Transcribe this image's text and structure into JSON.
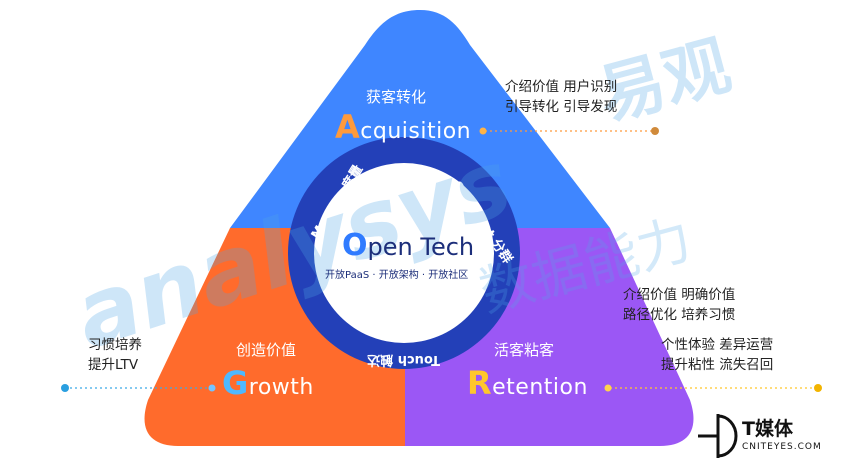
{
  "center": {
    "title_initial": "O",
    "title_rest": "pen Tech",
    "subtitle": "开放PaaS · 开放架构 · 开放社区"
  },
  "ring": {
    "top_left": "Masure 度量",
    "top_right": "Segment 分群",
    "bottom": "Touch 触达"
  },
  "acquisition": {
    "zh": "获客转化",
    "initial": "A",
    "rest": "cquisition",
    "notes": [
      "介绍价值   用户识别",
      "引导转化   引导发现"
    ]
  },
  "growth": {
    "zh": "创造价值",
    "initial": "G",
    "rest": "rowth",
    "notes": [
      "习惯培养",
      "提升LTV"
    ]
  },
  "retention": {
    "zh": "活客粘客",
    "initial": "R",
    "rest": "etention",
    "notes_a": [
      "介绍价值   明确价值",
      "路径优化   培养习惯"
    ],
    "notes_b": [
      "个性体验   差异运营",
      "提升粘性   流失召回"
    ]
  },
  "watermark": {
    "latin": "analysys",
    "cn_top": "易观",
    "cn_bottom": "数据能力"
  },
  "logo": {
    "brand": "T媒体",
    "url": "CNITEYES.COM"
  },
  "colors": {
    "acquisition": "#3f86ff",
    "growth": "#ff6b2c",
    "retention": "#9b57f5",
    "ring": "#2340b8",
    "accent_orange": "#ff9a3c",
    "accent_yellow": "#ffc72b"
  }
}
